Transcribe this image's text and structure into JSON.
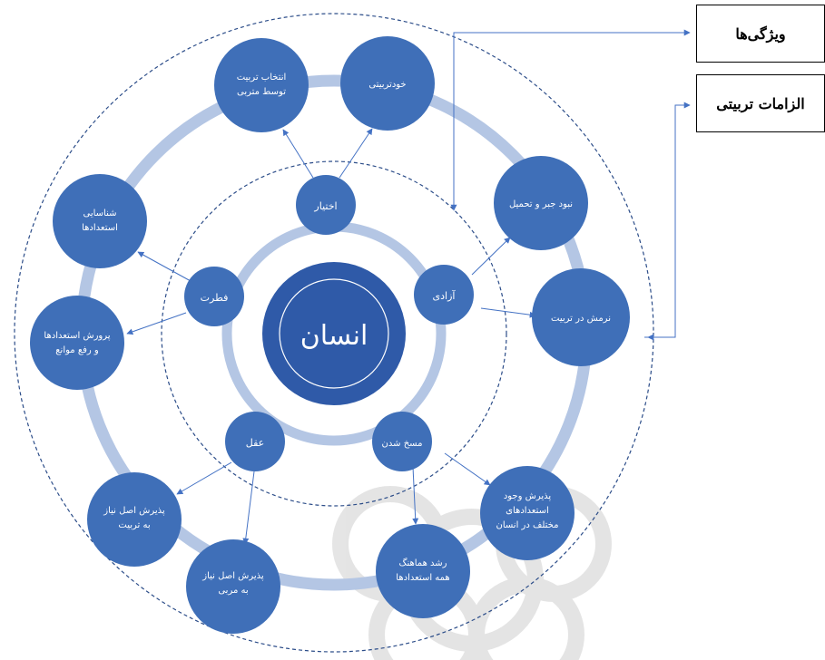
{
  "colors": {
    "circle_fill": "#3f6fb8",
    "circle_fill_dark": "#2f5aa8",
    "ring_light": "#b4c6e4",
    "dashed": "#2c4d89",
    "arrow": "#4472c4",
    "watermark": "#e2e2e2"
  },
  "legend": {
    "features": "ویژگی‌ها",
    "requirements": "الزامات تربیتی"
  },
  "center": {
    "label": "انسان"
  },
  "features": {
    "choice": "اختیار",
    "freedom": "آزادی",
    "transformation": "مسخ شدن",
    "reason": "عقل",
    "nature": "فطرت"
  },
  "requirements": {
    "choose_educator": [
      "انتخاب تربیت",
      "توسط متربی"
    ],
    "self_education": [
      "خودتربیتی"
    ],
    "no_coercion": [
      "نبود جبر و تحمیل"
    ],
    "flexibility": [
      "نرمش در تربیت"
    ],
    "accept_talents": [
      "پذیرش وجود",
      "استعدادهای",
      "مختلف در انسان"
    ],
    "harmonious_growth": [
      "رشد هماهنگ",
      "همه استعدادها"
    ],
    "need_educator": [
      "پذیرش اصل نیاز",
      "به مربی"
    ],
    "need_education": [
      "پذیرش اصل نیاز",
      "به تربیت"
    ],
    "develop_talents": [
      "پرورش استعدادها",
      "و رفع موانع"
    ],
    "identify_talents": [
      "شناسایی",
      "استعدادها"
    ]
  }
}
